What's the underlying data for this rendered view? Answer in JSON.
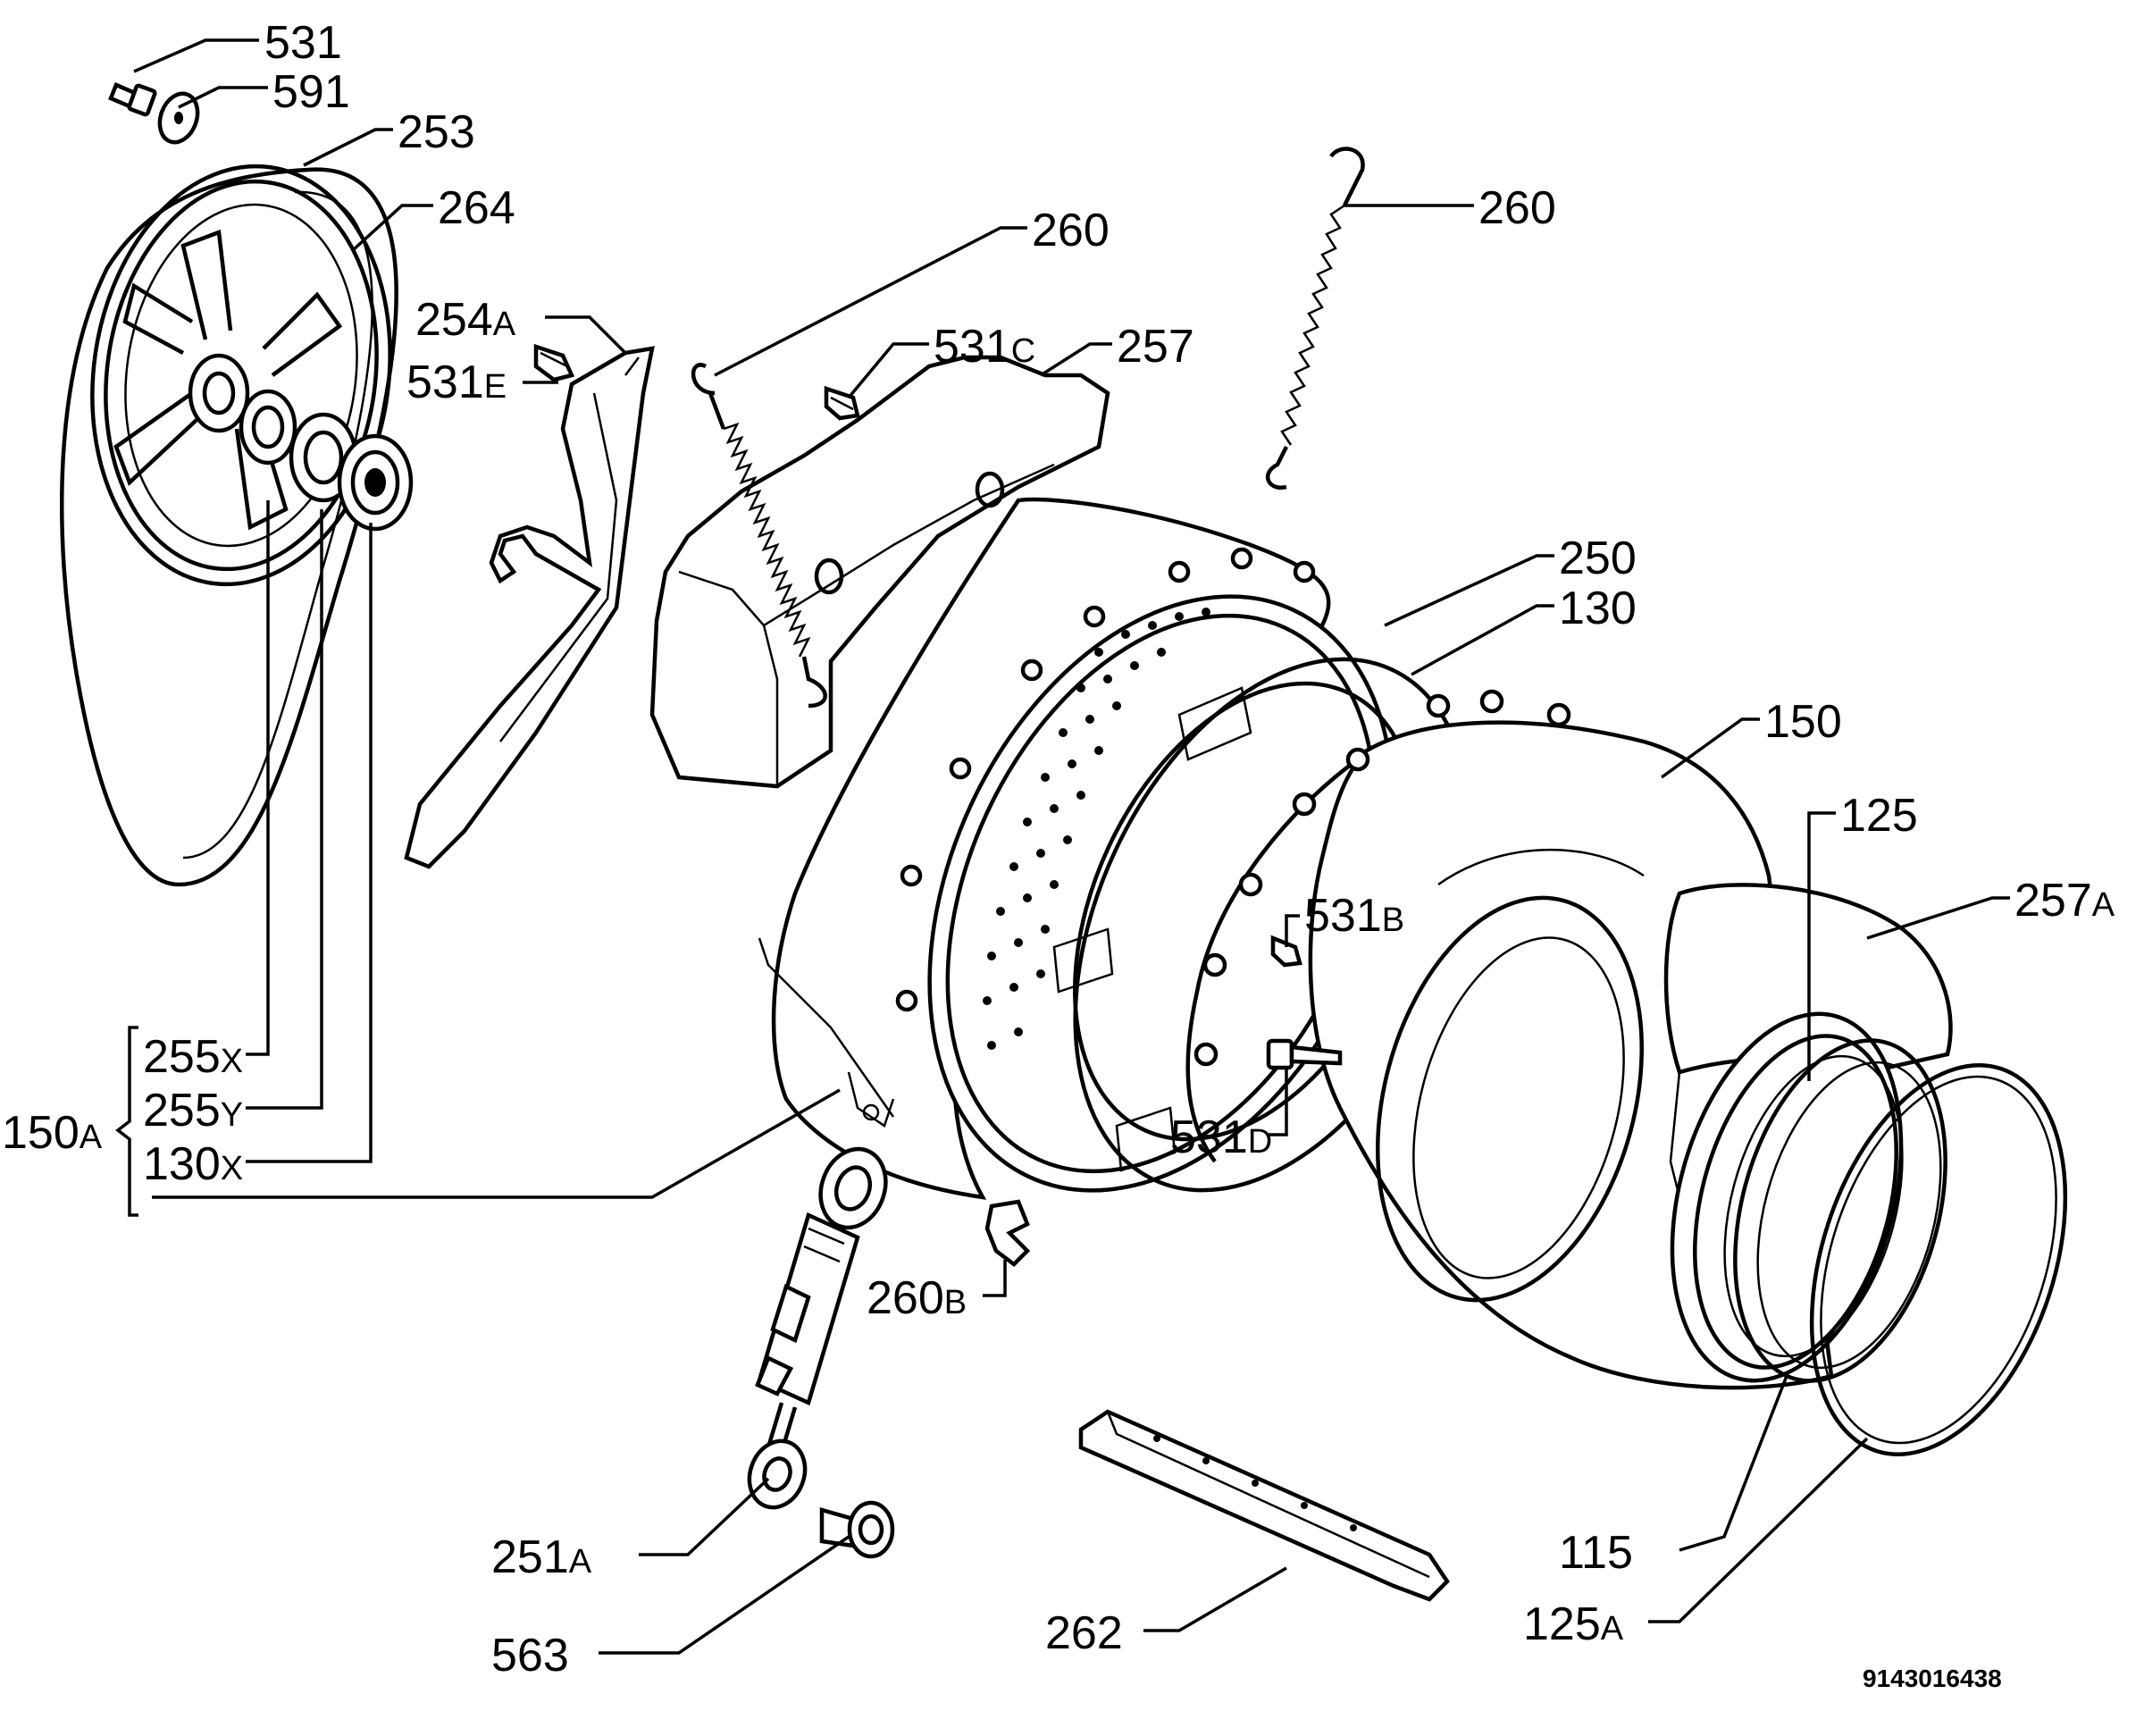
{
  "diagram": {
    "drawing_number": "9143016438",
    "callouts": [
      {
        "id": "531",
        "num": "531",
        "suffix": ""
      },
      {
        "id": "591",
        "num": "591",
        "suffix": ""
      },
      {
        "id": "253",
        "num": "253",
        "suffix": ""
      },
      {
        "id": "264",
        "num": "264",
        "suffix": ""
      },
      {
        "id": "254a",
        "num": "254",
        "suffix": "A"
      },
      {
        "id": "531e",
        "num": "531",
        "suffix": "E"
      },
      {
        "id": "260-mid",
        "num": "260",
        "suffix": ""
      },
      {
        "id": "531c",
        "num": "531",
        "suffix": "C"
      },
      {
        "id": "257",
        "num": "257",
        "suffix": ""
      },
      {
        "id": "260-right",
        "num": "260",
        "suffix": ""
      },
      {
        "id": "250",
        "num": "250",
        "suffix": ""
      },
      {
        "id": "130",
        "num": "130",
        "suffix": ""
      },
      {
        "id": "150",
        "num": "150",
        "suffix": ""
      },
      {
        "id": "125",
        "num": "125",
        "suffix": ""
      },
      {
        "id": "257a",
        "num": "257",
        "suffix": "A"
      },
      {
        "id": "531b",
        "num": "531",
        "suffix": "B"
      },
      {
        "id": "531d",
        "num": "531",
        "suffix": "D"
      },
      {
        "id": "255x",
        "num": "255",
        "suffix": "X"
      },
      {
        "id": "255y",
        "num": "255",
        "suffix": "Y"
      },
      {
        "id": "150a",
        "num": "150",
        "suffix": "A"
      },
      {
        "id": "130x",
        "num": "130",
        "suffix": "X"
      },
      {
        "id": "260b",
        "num": "260",
        "suffix": "B"
      },
      {
        "id": "251a",
        "num": "251",
        "suffix": "A"
      },
      {
        "id": "563",
        "num": "563",
        "suffix": ""
      },
      {
        "id": "262",
        "num": "262",
        "suffix": ""
      },
      {
        "id": "115",
        "num": "115",
        "suffix": ""
      },
      {
        "id": "125a",
        "num": "125",
        "suffix": "A"
      }
    ]
  }
}
